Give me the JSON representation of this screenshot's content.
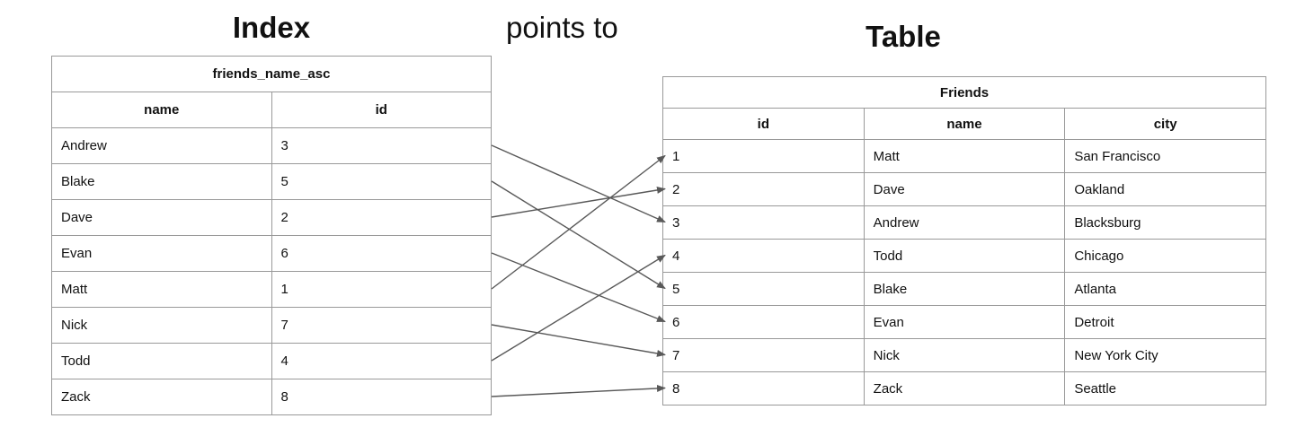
{
  "labels": {
    "index_title": "Index",
    "points_to": "points to",
    "table_title": "Table"
  },
  "index": {
    "caption": "friends_name_asc",
    "columns": [
      "name",
      "id"
    ],
    "rows": [
      {
        "name": "Andrew",
        "id": "3"
      },
      {
        "name": "Blake",
        "id": "5"
      },
      {
        "name": "Dave",
        "id": "2"
      },
      {
        "name": "Evan",
        "id": "6"
      },
      {
        "name": "Matt",
        "id": "1"
      },
      {
        "name": "Nick",
        "id": "7"
      },
      {
        "name": "Todd",
        "id": "4"
      },
      {
        "name": "Zack",
        "id": "8"
      }
    ]
  },
  "table": {
    "caption": "Friends",
    "columns": [
      "id",
      "name",
      "city"
    ],
    "rows": [
      {
        "id": "1",
        "name": "Matt",
        "city": "San Francisco"
      },
      {
        "id": "2",
        "name": "Dave",
        "city": "Oakland"
      },
      {
        "id": "3",
        "name": "Andrew",
        "city": "Blacksburg"
      },
      {
        "id": "4",
        "name": "Todd",
        "city": "Chicago"
      },
      {
        "id": "5",
        "name": "Blake",
        "city": "Atlanta"
      },
      {
        "id": "6",
        "name": "Evan",
        "city": "Detroit"
      },
      {
        "id": "7",
        "name": "Nick",
        "city": "New York City"
      },
      {
        "id": "8",
        "name": "Zack",
        "city": "Seattle"
      }
    ]
  },
  "arrow_color": "#595959"
}
